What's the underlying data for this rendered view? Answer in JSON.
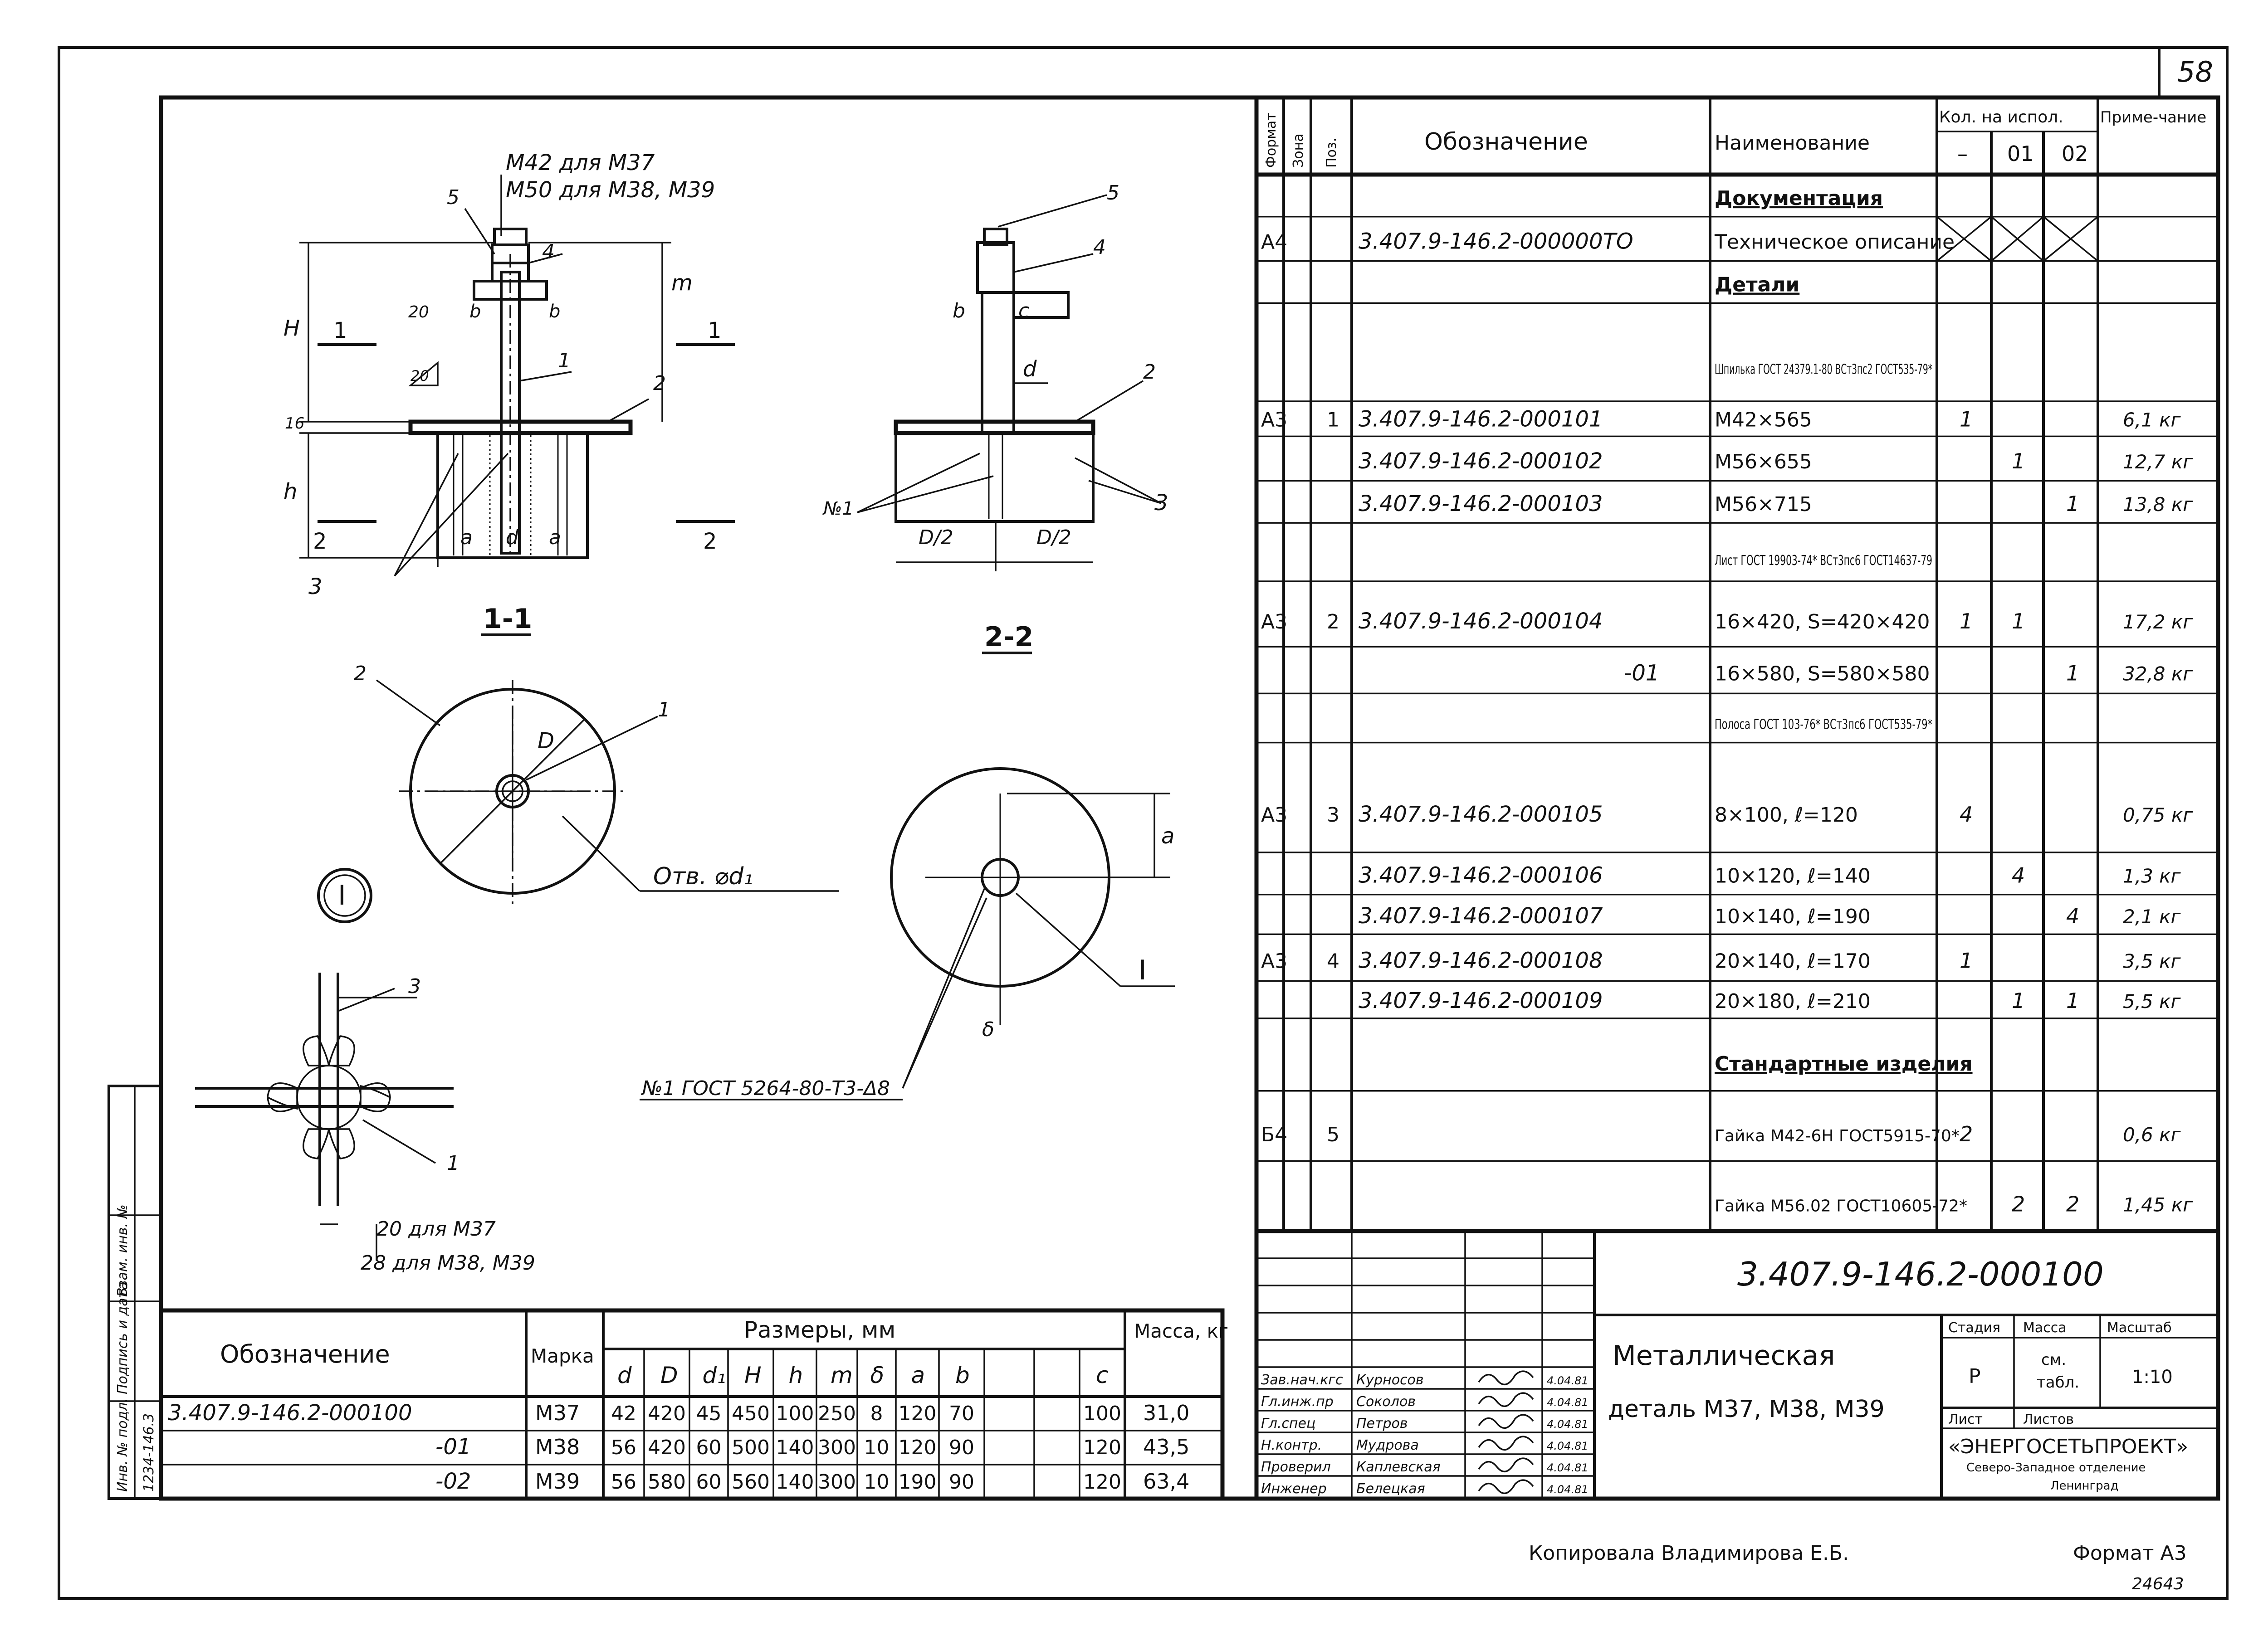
{
  "sheet": {
    "sheet_number": "58",
    "drawing_code": "3.407.9-146.2-000100",
    "title_line1": "Металлическая",
    "title_line2": "деталь М37, М38, М39",
    "stage_label": "Стадия",
    "stage_value": "Р",
    "mass_label": "Масса",
    "mass_value_l1": "см.",
    "mass_value_l2": "табл.",
    "scale_label": "Масштаб",
    "scale_value": "1:10",
    "list_label": "Лист",
    "lists_label": "Листов",
    "org_name": "«ЭНЕРГОСЕТЬПРОЕКТ»",
    "org_sub1": "Северо-Западное отделение",
    "org_sub2": "Ленинград",
    "copied_by": "Копировала   Владимирова Е.Б.",
    "format_note": "Формат А3",
    "bottom_code": "24643"
  },
  "signatures": [
    {
      "role": "Зав.нач.кгс",
      "name": "Курносов",
      "date": "4.04.81"
    },
    {
      "role": "Гл.инж.пр",
      "name": "Соколов",
      "date": "4.04.81"
    },
    {
      "role": "Гл.спец",
      "name": "Петров",
      "date": "4.04.81"
    },
    {
      "role": "Н.контр.",
      "name": "Мудрова",
      "date": "4.04.81"
    },
    {
      "role": "Проверил",
      "name": "Каплевская",
      "date": "4.04.81"
    },
    {
      "role": "Инженер",
      "name": "Белецкая",
      "date": "4.04.81"
    }
  ],
  "spec_header": {
    "format": "Формат",
    "zone": "Зона",
    "pos": "Поз.",
    "designation": "Обозначение",
    "name": "Наименование",
    "qty": "Кол. на испол.",
    "qty_cols": [
      "–",
      "01",
      "02"
    ],
    "note": "Приме-чание"
  },
  "spec_rows": [
    {
      "format": "",
      "pos": "",
      "designation": "",
      "name": "Документация",
      "q0": "",
      "q1": "",
      "q2": "",
      "note": ""
    },
    {
      "format": "А4",
      "pos": "",
      "designation": "3.407.9-146.2-000000ТО",
      "name": "Техническое описание",
      "q0": "",
      "q1": "",
      "q2": "",
      "note": ""
    },
    {
      "format": "",
      "pos": "",
      "designation": "",
      "name": "Детали",
      "q0": "",
      "q1": "",
      "q2": "",
      "note": ""
    },
    {
      "format": "",
      "pos": "",
      "designation": "",
      "name": "Шпилька ГОСТ 24379.1-80 ВСт3пс2 ГОСТ535-79*",
      "q0": "",
      "q1": "",
      "q2": "",
      "note": ""
    },
    {
      "format": "А3",
      "pos": "1",
      "designation": "3.407.9-146.2-000101",
      "name": "М42×565",
      "q0": "1",
      "q1": "",
      "q2": "",
      "note": "6,1 кг"
    },
    {
      "format": "",
      "pos": "",
      "designation": "3.407.9-146.2-000102",
      "name": "М56×655",
      "q0": "",
      "q1": "1",
      "q2": "",
      "note": "12,7 кг"
    },
    {
      "format": "",
      "pos": "",
      "designation": "3.407.9-146.2-000103",
      "name": "М56×715",
      "q0": "",
      "q1": "",
      "q2": "1",
      "note": "13,8 кг"
    },
    {
      "format": "",
      "pos": "",
      "designation": "",
      "name": "Лист ГОСТ 19903-74* ВСт3пс6 ГОСТ14637-79",
      "q0": "",
      "q1": "",
      "q2": "",
      "note": ""
    },
    {
      "format": "А3",
      "pos": "2",
      "designation": "3.407.9-146.2-000104",
      "name": "16×420, S=420×420",
      "q0": "1",
      "q1": "1",
      "q2": "",
      "note": "17,2 кг"
    },
    {
      "format": "",
      "pos": "",
      "designation": "-01",
      "name": "16×580, S=580×580",
      "q0": "",
      "q1": "",
      "q2": "1",
      "note": "32,8 кг"
    },
    {
      "format": "",
      "pos": "",
      "designation": "",
      "name": "Полоса ГОСТ 103-76* ВСт3пс6 ГОСТ535-79*",
      "q0": "",
      "q1": "",
      "q2": "",
      "note": ""
    },
    {
      "format": "А3",
      "pos": "3",
      "designation": "3.407.9-146.2-000105",
      "name": "8×100,  ℓ=120",
      "q0": "4",
      "q1": "",
      "q2": "",
      "note": "0,75 кг"
    },
    {
      "format": "",
      "pos": "",
      "designation": "3.407.9-146.2-000106",
      "name": "10×120,  ℓ=140",
      "q0": "",
      "q1": "4",
      "q2": "",
      "note": "1,3 кг"
    },
    {
      "format": "",
      "pos": "",
      "designation": "3.407.9-146.2-000107",
      "name": "10×140,  ℓ=190",
      "q0": "",
      "q1": "",
      "q2": "4",
      "note": "2,1 кг"
    },
    {
      "format": "А3",
      "pos": "4",
      "designation": "3.407.9-146.2-000108",
      "name": "20×140,  ℓ=170",
      "q0": "1",
      "q1": "",
      "q2": "",
      "note": "3,5 кг"
    },
    {
      "format": "",
      "pos": "",
      "designation": "3.407.9-146.2-000109",
      "name": "20×180,  ℓ=210",
      "q0": "",
      "q1": "1",
      "q2": "1",
      "note": "5,5 кг"
    },
    {
      "format": "",
      "pos": "",
      "designation": "",
      "name": "Стандартные изделия",
      "q0": "",
      "q1": "",
      "q2": "",
      "note": ""
    },
    {
      "format": "Б4",
      "pos": "5",
      "designation": "",
      "name": "Гайка М42-6Н ГОСТ5915-70*",
      "q0": "2",
      "q1": "",
      "q2": "",
      "note": "0,6 кг"
    },
    {
      "format": "",
      "pos": "",
      "designation": "",
      "name": "Гайка М56.02 ГОСТ10605-72*",
      "q0": "",
      "q1": "2",
      "q2": "2",
      "note": "1,45 кг"
    }
  ],
  "dims_table": {
    "col_designation": "Обозначение",
    "col_mark": "Марка",
    "col_sizes": "Размеры, мм",
    "col_mass": "Масса, кг",
    "sub_cols": [
      "d",
      "D",
      "d₁",
      "H",
      "h",
      "m",
      "δ",
      "a",
      "b",
      "c"
    ],
    "rows": [
      {
        "designation": "3.407.9-146.2-000100",
        "mark": "М37",
        "vals": [
          "42",
          "420",
          "45",
          "450",
          "100",
          "250",
          "8",
          "120",
          "70",
          "100"
        ],
        "mass": "31,0"
      },
      {
        "designation": "-01",
        "mark": "М38",
        "vals": [
          "56",
          "420",
          "60",
          "500",
          "140",
          "300",
          "10",
          "120",
          "90",
          "120"
        ],
        "mass": "43,5"
      },
      {
        "designation": "-02",
        "mark": "М39",
        "vals": [
          "56",
          "580",
          "60",
          "560",
          "140",
          "300",
          "10",
          "190",
          "90",
          "120"
        ],
        "mass": "63,4"
      }
    ]
  },
  "drawing_labels": {
    "nut_m42": "М42 для М37",
    "nut_m50": "М50 для М38, М39",
    "section_1": "1-1",
    "section_2": "2-2",
    "hole": "Отв. ⌀d₁",
    "weld_note": "№1 ГОСТ 5264-80-Т3-Δ8",
    "weld_20": "20 для М37",
    "weld_28": "28 для М38, М39",
    "detail_I": "I",
    "n1": "№1",
    "dim_H": "H",
    "dim_h": "h",
    "dim_m": "m",
    "dim_d": "d",
    "dim_a": "a",
    "dim_b": "b",
    "dim_c": "c",
    "dim_D": "D",
    "dim_D2": "D/2",
    "dim_delta": "δ",
    "dim_20": "20",
    "dim_16": "16"
  },
  "side_stamp": {
    "l1": "Инв. № подл.",
    "l2": "Подпись и дата",
    "l3": "Взам. инв. №",
    "v1": "1234-146.3"
  }
}
